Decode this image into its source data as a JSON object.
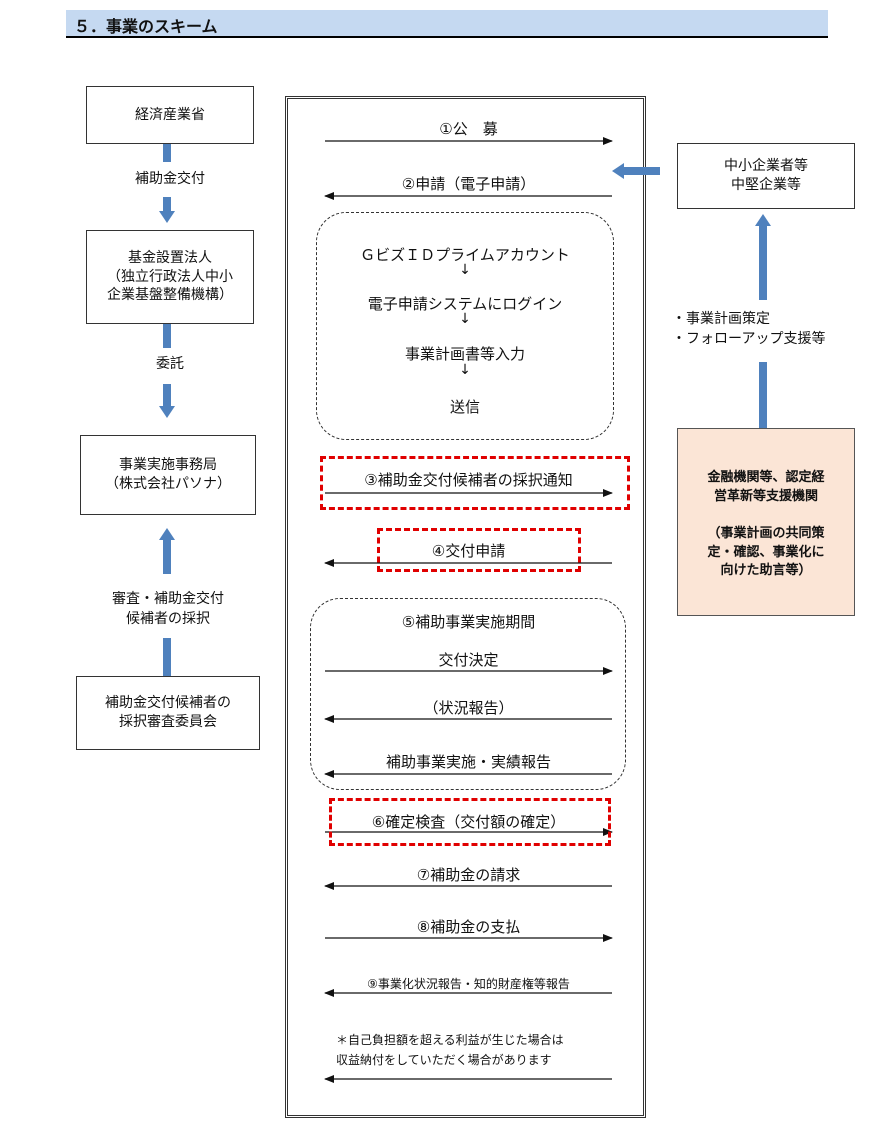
{
  "header": {
    "title": "５．事業のスキーム"
  },
  "left": {
    "meti": "経済産業省",
    "arrow1_label": "補助金交付",
    "fund": "基金設置法人\n（独立行政法人中小\n企業基盤整備機構）",
    "arrow2_label": "委託",
    "office": "事業実施事務局\n（株式会社パソナ）",
    "arrow3_label": "審査・補助金交付\n候補者の採択",
    "committee": "補助金交付候補者の\n採択審査委員会"
  },
  "right": {
    "sme": "中小企業者等\n中堅企業等",
    "support_label": "・事業計画策定\n・フォローアップ支援等",
    "advisor_title": "金融機関等、認定経\n営革新等支援機関",
    "advisor_sub": "（事業計画の共同策\n定・確認、事業化に\n向けた助言等）"
  },
  "steps": {
    "s1": "①公　募",
    "s2": "②申請（電子申請）",
    "flow1": "ＧビズＩＤプライムアカウント",
    "flow2": "電子申請システムにログイン",
    "flow3": "事業計画書等入力",
    "flow4": "送信",
    "down_arrow": "↓",
    "s3": "③補助金交付候補者の採択通知",
    "s4": "④交付申請",
    "s5": "⑤補助事業実施期間",
    "s5a": "交付決定",
    "s5b": "（状況報告）",
    "s5c": "補助事業実施・実績報告",
    "s6": "⑥確定検査（交付額の確定）",
    "s7": "⑦補助金の請求",
    "s8": "⑧補助金の支払",
    "s9": "⑨事業化状況報告・知的財産権等報告",
    "note": "＊自己負担額を超える利益が生じた場合は\n収益納付をしていただく場合があります"
  },
  "colors": {
    "accent": "#4f81bd",
    "highlight": "#e00000",
    "advisor_bg": "#fbe5d6",
    "header_bg": "#c5d9f1"
  }
}
